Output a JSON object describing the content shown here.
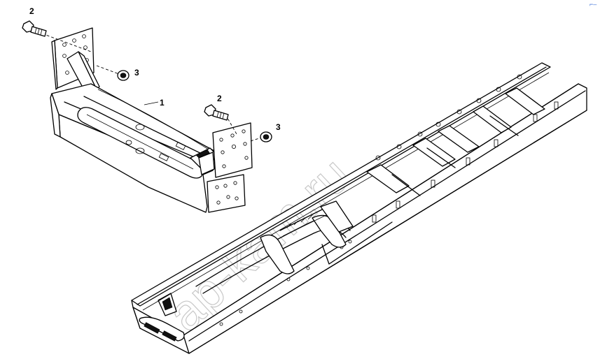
{
  "watermark": "ap-kam.ru",
  "corner_mark": "⌐‒",
  "callouts": {
    "bolt_top_left": "2",
    "nut_top_left": "3",
    "bracket_assembly": "1",
    "bolt_middle": "2",
    "nut_middle": "3"
  },
  "icons": {
    "bolt": "hex-bolt-icon",
    "nut": "hex-nut-icon"
  }
}
